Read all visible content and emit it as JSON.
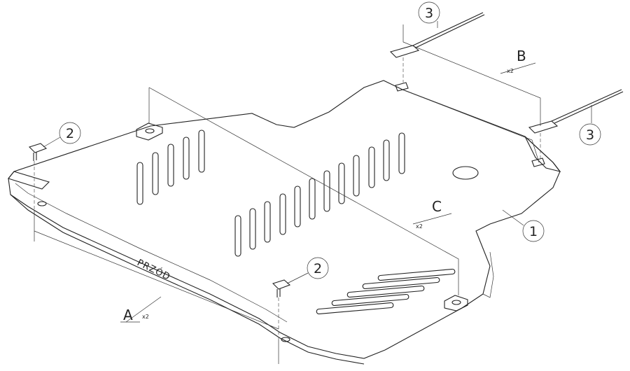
{
  "callouts": {
    "c1": "1",
    "c2a": "2",
    "c2b": "2",
    "c3a": "3",
    "c3b": "3"
  },
  "groups": {
    "A": {
      "letter": "A",
      "qty": "x2"
    },
    "B": {
      "letter": "B",
      "qty": "x2"
    },
    "C": {
      "letter": "C",
      "qty": "x2"
    }
  },
  "front_label": "PRZÓD"
}
